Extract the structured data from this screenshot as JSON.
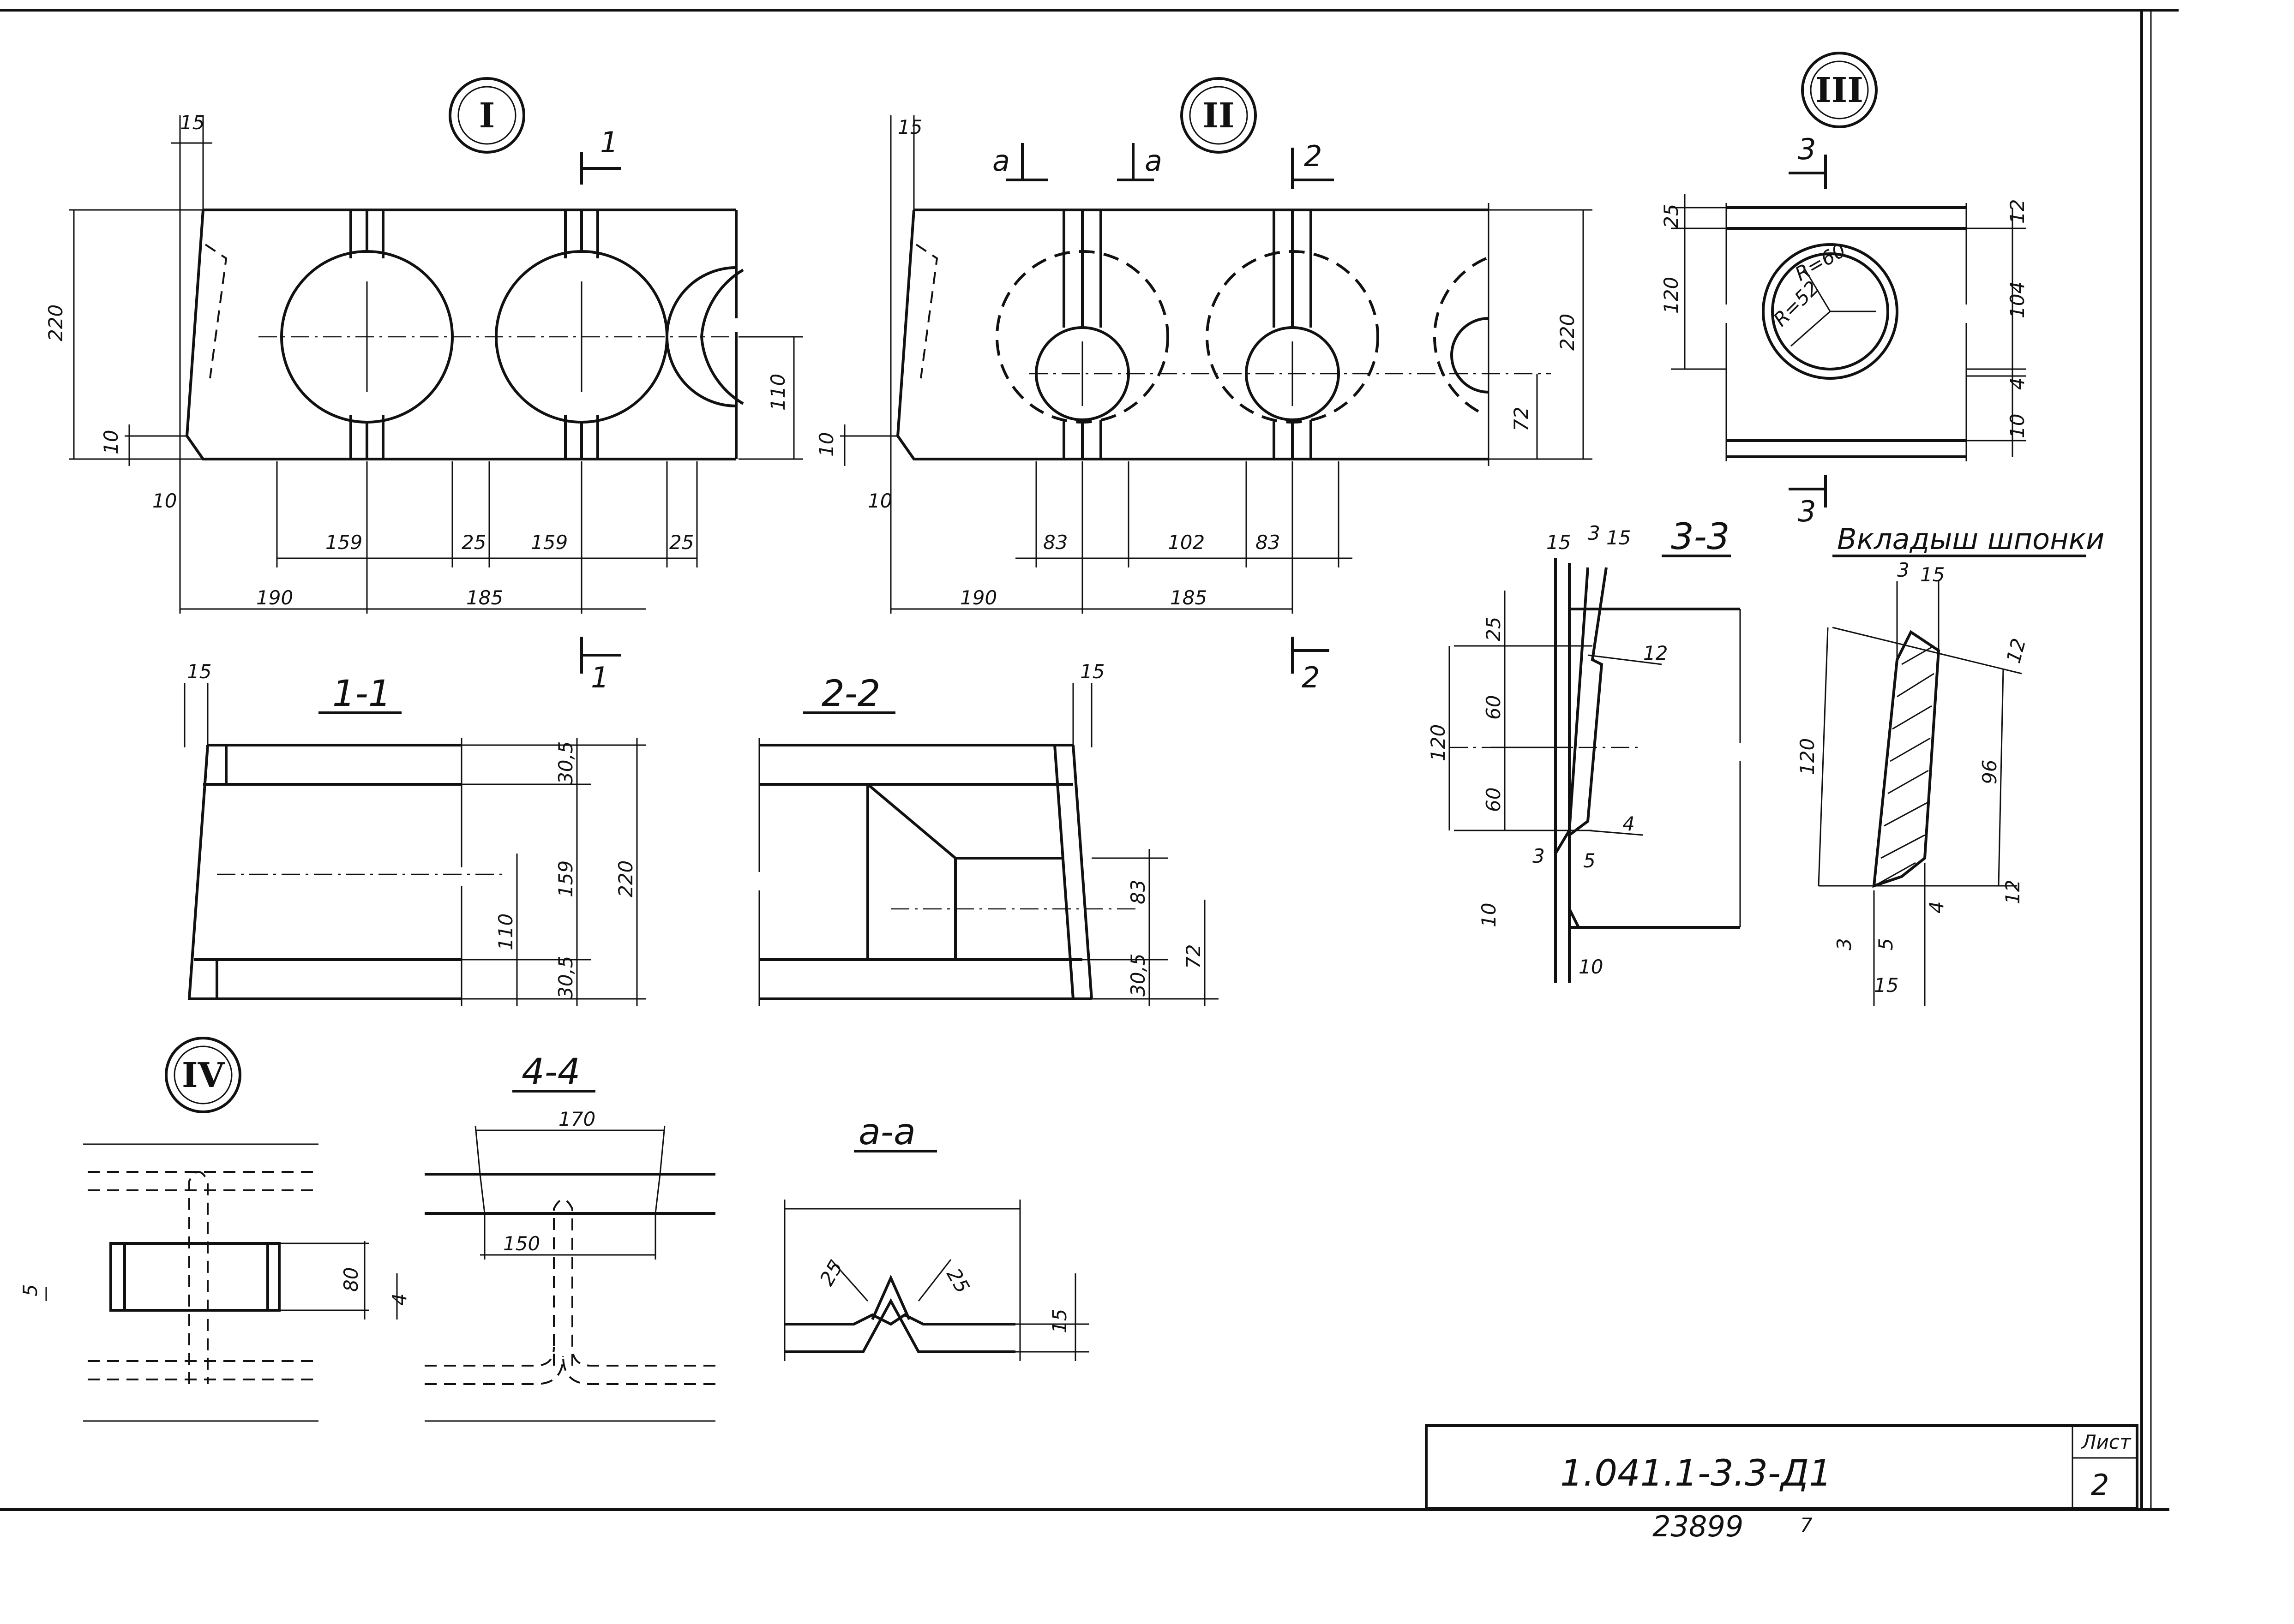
{
  "sheet": {
    "views": {
      "view1": "I",
      "view2": "II",
      "view3": "III",
      "view4": "IV"
    },
    "sections": {
      "s11": "1-1",
      "s22": "2-2",
      "s33": "3-3",
      "s44": "4-4",
      "saa": "a-a",
      "insert": "Вкладыш шпонки"
    },
    "cut_marks": {
      "c1": "1",
      "c2": "2",
      "c3": "3",
      "ca": "a"
    },
    "dimensions": {
      "v1": [
        "15",
        "220",
        "10",
        "10",
        "110",
        "159",
        "25",
        "159",
        "25",
        "190",
        "185"
      ],
      "v2": [
        "15",
        "10",
        "10",
        "220",
        "72",
        "83",
        "102",
        "83",
        "190",
        "185"
      ],
      "v3": [
        "25",
        "120",
        "R=60",
        "R=52",
        "12",
        "104",
        "4",
        "10"
      ],
      "s11": [
        "15",
        "30,5",
        "159",
        "220",
        "110",
        "30,5"
      ],
      "s22": [
        "15",
        "83",
        "30,5",
        "72"
      ],
      "s33": [
        "15",
        "3",
        "15",
        "25",
        "12",
        "60",
        "120",
        "60",
        "4",
        "3",
        "5",
        "10",
        "10"
      ],
      "insert": [
        "3",
        "15",
        "12",
        "120",
        "96",
        "12",
        "4",
        "3",
        "5",
        "15"
      ],
      "v4": [
        "5",
        "80",
        "4"
      ],
      "s44": [
        "170",
        "150"
      ],
      "saa": [
        "25",
        "25",
        "15"
      ]
    },
    "title_block": {
      "designation": "1.041.1-3.3-Д1",
      "sheet_label": "Лист",
      "sheet_no": "2",
      "inventory": "23899",
      "mark": "7"
    }
  }
}
